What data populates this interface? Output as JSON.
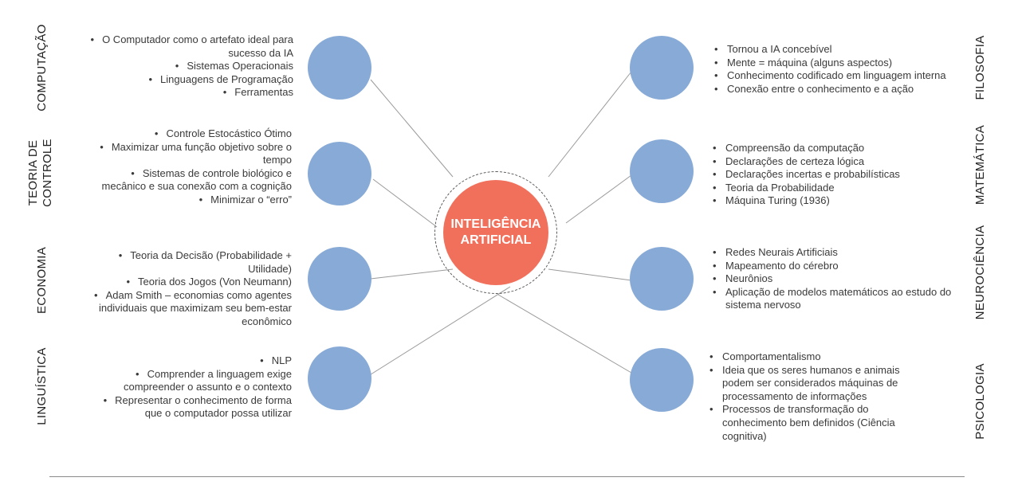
{
  "center": {
    "title": "INTELIGÊNCIA\nARTIFICIAL"
  },
  "colors": {
    "node": "#88aad6",
    "center": "#f1705c",
    "lines": "#9a9a9a"
  },
  "left": [
    {
      "label": "COMPUTAÇÃO",
      "items": [
        "O Computador como o artefato ideal para sucesso da IA",
        "Sistemas Operacionais",
        "Linguagens de Programação",
        "Ferramentas"
      ]
    },
    {
      "label": "TEORIA DE CONTROLE",
      "items": [
        "Controle Estocástico Ótimo",
        "Maximizar uma função objetivo sobre o tempo",
        "Sistemas de controle biológico e mecânico e sua conexão com a cognição",
        "Minimizar o “erro”"
      ]
    },
    {
      "label": "ECONOMIA",
      "items": [
        "Teoria da Decisão (Probabilidade + Utilidade)",
        "Teoria dos Jogos (Von Neumann)",
        "Adam Smith – economias como agentes individuais que maximizam seu bem-estar econômico"
      ]
    },
    {
      "label": "LINGUÍSTICA",
      "items": [
        "NLP",
        "Comprender a linguagem exige compreender o assunto e o contexto",
        "Representar o conhecimento de forma que o computador possa utilizar"
      ]
    }
  ],
  "right": [
    {
      "label": "FILOSOFIA",
      "items": [
        "Tornou a IA concebível",
        "Mente = máquina (alguns aspectos)",
        "Conhecimento codificado em linguagem interna",
        "Conexão entre o conhecimento e a ação"
      ]
    },
    {
      "label": "MATEMÁTICA",
      "items": [
        "Compreensão da computação",
        "Declarações de certeza lógica",
        "Declarações incertas e probabilísticas",
        "Teoria da Probabilidade",
        "Máquina Turing (1936)"
      ]
    },
    {
      "label": "NEUROCIÊNCIA",
      "items": [
        "Redes Neurais Artificiais",
        "Mapeamento do cérebro",
        "Neurônios",
        "Aplicação de modelos matemáticos ao estudo do sistema nervoso"
      ]
    },
    {
      "label": "PSICOLOGIA",
      "items": [
        "Comportamentalismo",
        "Ideia que os seres humanos e animais podem ser considerados máquinas de processamento de informações",
        "Processos de transformação do conhecimento bem definidos (Ciência cognitiva)"
      ]
    }
  ]
}
